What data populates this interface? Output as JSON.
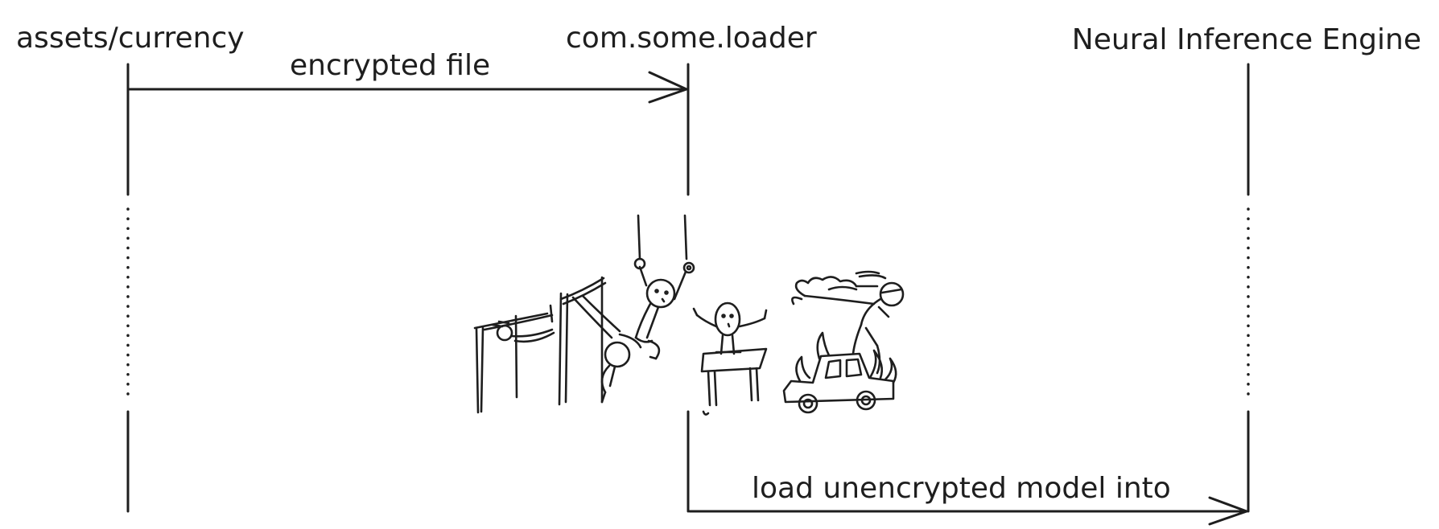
{
  "participants": [
    {
      "id": "assets",
      "label": "assets/currency"
    },
    {
      "id": "loader",
      "label": "com.some.loader"
    },
    {
      "id": "engine",
      "label": "Neural Inference Engine"
    }
  ],
  "messages": [
    {
      "from": "assets",
      "to": "loader",
      "label": "encrypted file"
    },
    {
      "from": "loader",
      "to": "engine",
      "label": "load unencrypted model into"
    }
  ],
  "colors": {
    "ink": "#1e1e1e",
    "background": "#ffffff"
  },
  "illustration": {
    "icon": "circus-acrobats-doodle-icon"
  }
}
